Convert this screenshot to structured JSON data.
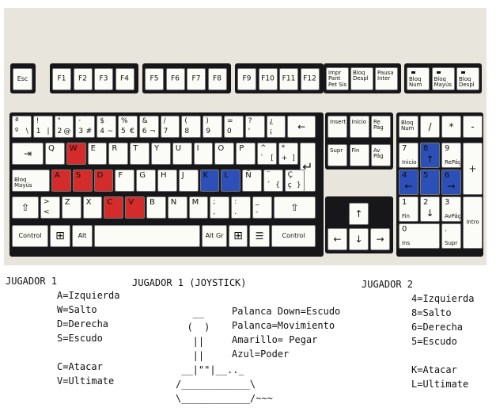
{
  "keyboard": {
    "esc": "Esc",
    "f1_4": [
      "F1",
      "F2",
      "F3",
      "F4"
    ],
    "f5_8": [
      "F5",
      "F6",
      "F7",
      "F8"
    ],
    "f9_12": [
      "F9",
      "F10",
      "F11",
      "F12"
    ],
    "sys": [
      "Impr\nPant\nPet Sis",
      "Bloq\nDespl",
      "Pausa\nInter"
    ],
    "leds": [
      "Bloq\nNum",
      "Bloq\nMayús",
      "Bloq\nDespl"
    ],
    "row_numbers": [
      {
        "top": "ª",
        "bottom": "º",
        "alt": "\\"
      },
      {
        "top": "!",
        "bottom": "1",
        "alt": "|"
      },
      {
        "top": "\"",
        "bottom": "2",
        "alt": "@"
      },
      {
        "top": "·",
        "bottom": "3",
        "alt": "#"
      },
      {
        "top": "$",
        "bottom": "4",
        "alt": "~"
      },
      {
        "top": "%",
        "bottom": "5",
        "alt": "€"
      },
      {
        "top": "&",
        "bottom": "6",
        "alt": "¬"
      },
      {
        "top": "/",
        "bottom": "7",
        "alt": ""
      },
      {
        "top": "(",
        "bottom": "8",
        "alt": ""
      },
      {
        "top": ")",
        "bottom": "9",
        "alt": ""
      },
      {
        "top": "=",
        "bottom": "0",
        "alt": ""
      },
      {
        "top": "?",
        "bottom": "'",
        "alt": ""
      },
      {
        "top": "¿",
        "bottom": "¡",
        "alt": ""
      }
    ],
    "backspace": "←",
    "tab": "⇥",
    "row_q": [
      "Q",
      "W",
      "E",
      "R",
      "T",
      "Y",
      "U",
      "I",
      "O",
      "P"
    ],
    "row_q_extra": [
      {
        "top": "^",
        "bottom": "`",
        "alt": "["
      },
      {
        "top": "*",
        "bottom": "+",
        "alt": "]"
      }
    ],
    "enter": "↵",
    "caps": "Bloq\nMayús",
    "row_a": [
      "A",
      "S",
      "D",
      "F",
      "G",
      "H",
      "J",
      "K",
      "L",
      "Ñ"
    ],
    "row_a_extra": [
      {
        "top": "¨",
        "bottom": "´",
        "alt": "{"
      },
      {
        "top": "Ç",
        "bottom": "ç",
        "alt": "}"
      }
    ],
    "shift_left": "⇧",
    "row_z_extra": {
      "top": ">",
      "bottom": "<"
    },
    "row_z": [
      "Z",
      "X",
      "C",
      "V",
      "B",
      "N",
      "M"
    ],
    "row_z_punct": [
      {
        "top": ";",
        "bottom": ","
      },
      {
        "top": ":",
        "bottom": "."
      },
      {
        "top": "_",
        "bottom": "-"
      }
    ],
    "shift_right": "⇧",
    "control": "Control",
    "alt": "Alt",
    "altgr": "Alt Gr",
    "nav": [
      "Insert",
      "Inicio",
      "Re\nPág",
      "Supr",
      "Fin",
      "Av\nPág"
    ],
    "arrows": [
      "↑",
      "←",
      "↓",
      "→"
    ],
    "numpad_top": [
      "Bloq\nNum",
      "/",
      "*",
      "-"
    ],
    "numpad_rows": [
      {
        "num": "7",
        "sub": "Inicio"
      },
      {
        "num": "8",
        "sub": "↑"
      },
      {
        "num": "9",
        "sub": "RePág"
      },
      {
        "num": "4",
        "sub": "←"
      },
      {
        "num": "5",
        "sub": ""
      },
      {
        "num": "6",
        "sub": "→"
      },
      {
        "num": "1",
        "sub": "Fin"
      },
      {
        "num": "2",
        "sub": "↓"
      },
      {
        "num": "3",
        "sub": "AvPág"
      }
    ],
    "numpad_plus": "+",
    "numpad_intro": "Intro",
    "numpad_zero": {
      "num": "0",
      "sub": "Ins"
    },
    "numpad_dot": {
      "num": ".",
      "sub": "Supr"
    }
  },
  "player1": {
    "title": "JUGADOR 1",
    "lines": [
      "A=Izquierda",
      "W=Salto",
      "D=Derecha",
      "S=Escudo",
      "",
      "C=Atacar",
      "V=Ultimate"
    ]
  },
  "joystick": {
    "title": "JUGADOR 1 (JOYSTICK)",
    "art": [
      "   __",
      "  (  )",
      "   ||",
      "   ||",
      " __|\"\"|__.._",
      "/____________\\",
      "\\____________/~~~"
    ],
    "legend": [
      "Palanca Down=Escudo",
      "Palanca=Movimiento",
      "Amarillo= Pegar",
      "Azul=Poder"
    ]
  },
  "player2": {
    "title": "JUGADOR 2",
    "lines": [
      "4=Izquierda",
      "8=Salto",
      "6=Derecha",
      "5=Escudo",
      "",
      "K=Atacar",
      "L=Ultimate"
    ]
  },
  "colors": {
    "player1_keys": "#d42b2b",
    "player2_keys": "#2c4fb8",
    "keyboard_body": "#e8e5dc",
    "key_pad": "#17171a"
  }
}
